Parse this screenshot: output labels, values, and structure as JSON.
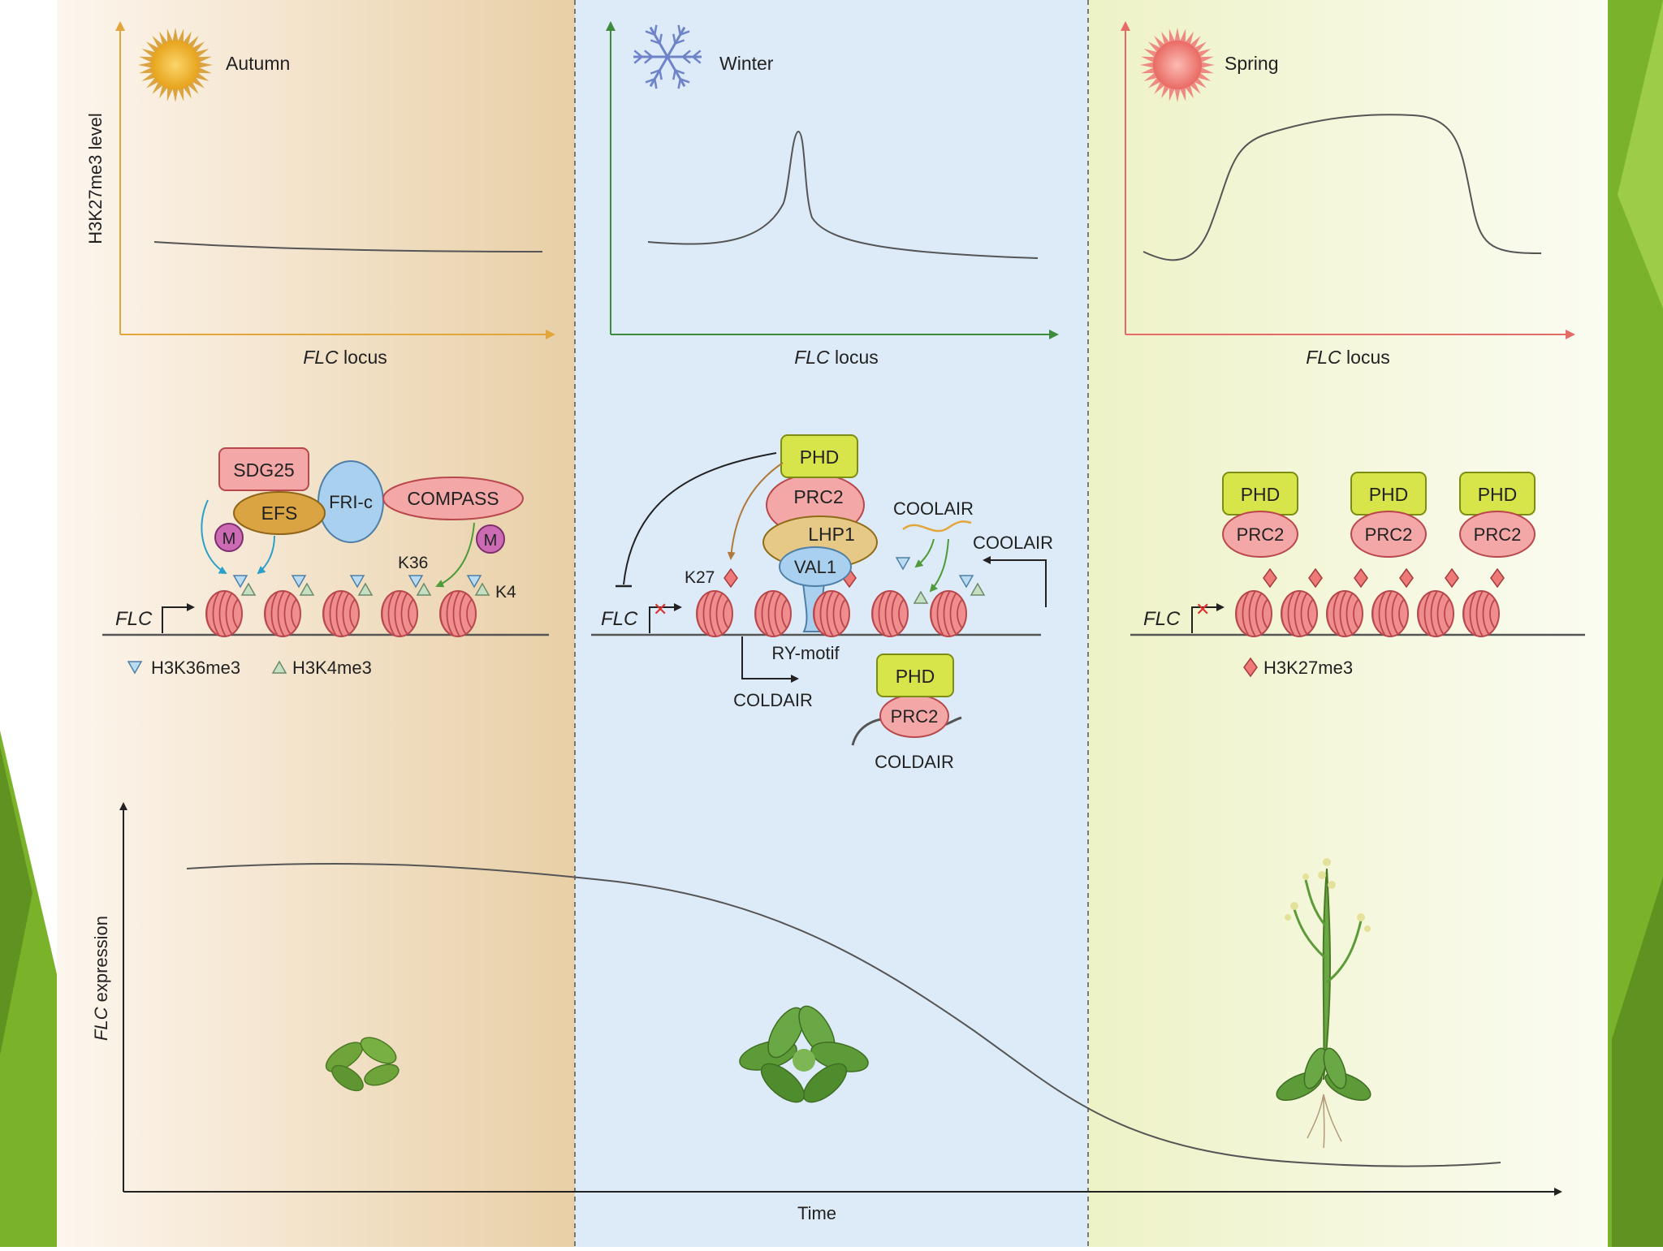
{
  "seasons": {
    "autumn": "Autumn",
    "winter": "Winter",
    "spring": "Spring"
  },
  "charts": {
    "h3k27me3_ylabel": "H3K27me3 level",
    "locus_xlabel_italic": "FLC",
    "locus_xlabel_rest": " locus"
  },
  "autumn": {
    "sdg25": "SDG25",
    "efs": "EFS",
    "fric": "FRI-c",
    "compass": "COMPASS",
    "m": "M",
    "k36": "K36",
    "k4": "K4",
    "flc": "FLC",
    "legend_h3k36": "H3K36me3",
    "legend_h3k4": "H3K4me3"
  },
  "winter": {
    "phd": "PHD",
    "prc2": "PRC2",
    "lhp1": "LHP1",
    "val1": "VAL1",
    "coolair": "COOLAIR",
    "k27": "K27",
    "flc": "FLC",
    "ry_motif": "RY-motif",
    "coldair": "COLDAIR"
  },
  "spring": {
    "phd": "PHD",
    "prc2": "PRC2",
    "flc": "FLC",
    "legend_h3k27": "H3K27me3"
  },
  "expression": {
    "ylabel_italic": "FLC",
    "ylabel_rest": " expression",
    "xlabel": "Time"
  },
  "colors": {
    "autumn_bg": "#edd5b2",
    "winter_bg": "#dcebf7",
    "spring_bg": "#f1f4cf",
    "green_frame": "#7ab32a",
    "prc2_pink": "#f4a7a7",
    "phd_yellow": "#d8e54a",
    "efs_gold": "#d9a441",
    "fric_blue": "#a9d0ef",
    "lhp1_tan": "#e7c987",
    "m_purple": "#cc6bb4",
    "k27_red": "#e8706e"
  }
}
